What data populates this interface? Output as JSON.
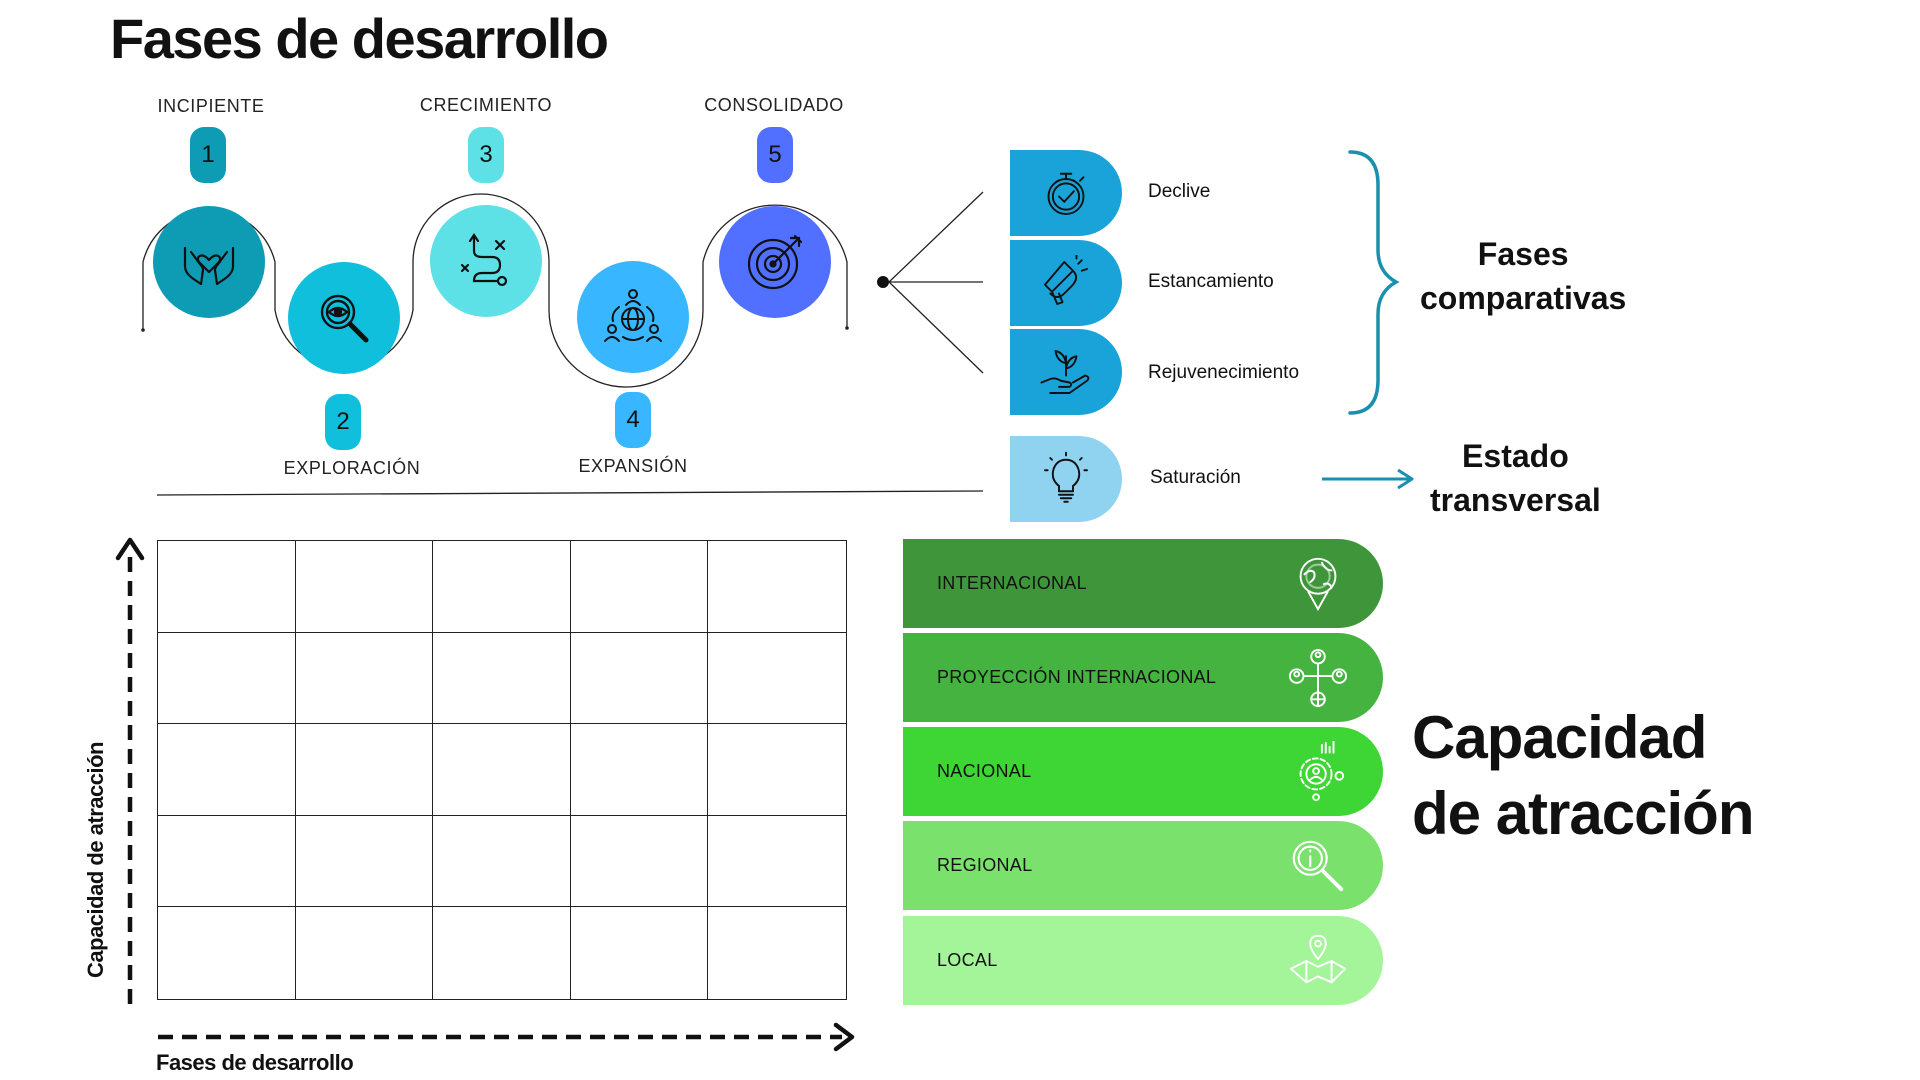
{
  "title": "Fases de desarrollo",
  "phases": [
    {
      "number": "1",
      "label": "INCIPIENTE",
      "color": "#0e9bb4",
      "pill": "#0e9bb4",
      "icon": "hands-heart-icon"
    },
    {
      "number": "2",
      "label": "EXPLORACIÓN",
      "color": "#10bfdc",
      "pill": "#10bfdc",
      "icon": "magnifier-eye-icon"
    },
    {
      "number": "3",
      "label": "CRECIMIENTO",
      "color": "#5ee1e6",
      "pill": "#5ee1e6",
      "icon": "path-route-icon"
    },
    {
      "number": "4",
      "label": "EXPANSIÓN",
      "color": "#38b6ff",
      "pill": "#38b6ff",
      "icon": "globe-network-icon"
    },
    {
      "number": "5",
      "label": "CONSOLIDADO",
      "color": "#5170ff",
      "pill": "#5170ff",
      "icon": "target-icon"
    }
  ],
  "comparative": {
    "items": [
      {
        "label": "Declive",
        "icon": "stopwatch-icon",
        "color": "#1aa3d9"
      },
      {
        "label": "Estancamiento",
        "icon": "megaphone-icon",
        "color": "#1aa3d9"
      },
      {
        "label": "Rejuvenecimiento",
        "icon": "hand-plant-icon",
        "color": "#1aa3d9"
      }
    ],
    "title_line1": "Fases",
    "title_line2": "comparativas"
  },
  "transversal": {
    "label": "Saturación",
    "icon": "lightbulb-icon",
    "color": "#8fd3f0",
    "title_line1": "Estado",
    "title_line2": "transversal"
  },
  "levels": [
    {
      "label": "INTERNACIONAL",
      "color": "#3f963a",
      "icon": "globe-pin-icon"
    },
    {
      "label": "PROYECCIÓN INTERNACIONAL",
      "color": "#45b340",
      "icon": "people-network-icon"
    },
    {
      "label": "NACIONAL",
      "color": "#3dd634",
      "icon": "gear-growth-icon"
    },
    {
      "label": "REGIONAL",
      "color": "#7ae26c",
      "icon": "info-search-icon"
    },
    {
      "label": "LOCAL",
      "color": "#a4f59a",
      "icon": "map-pin-icon"
    }
  ],
  "capacity": {
    "line1": "Capacidad",
    "line2": "de atracción"
  },
  "matrix": {
    "x_label": "Fases de desarrollo",
    "y_label": "Capacidad de atracción"
  },
  "accent": "#1a8fb0"
}
